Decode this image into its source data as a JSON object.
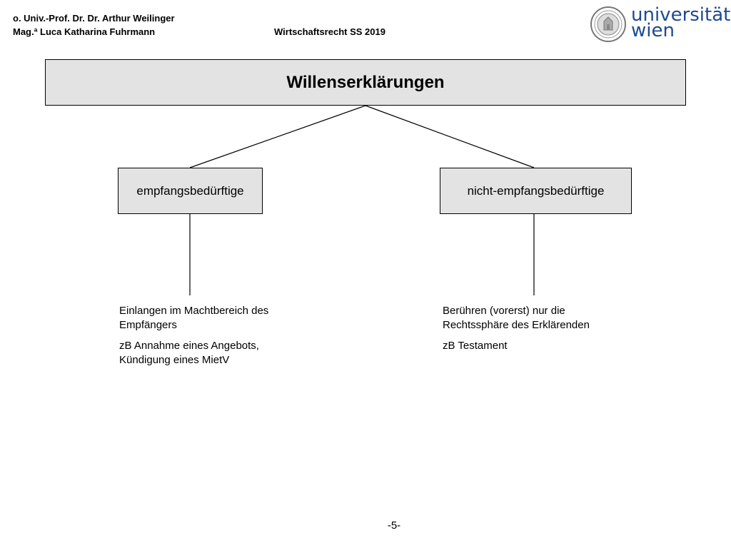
{
  "header": {
    "author_line1": "o. Univ.-Prof. Dr. Dr. Arthur Weilinger",
    "author_line2": "Mag.ª Luca Katharina Fuhrmann",
    "course": "Wirtschaftsrecht SS 2019"
  },
  "logo": {
    "line1": "universität",
    "line2": "wien",
    "color": "#1d4a8f",
    "seal_icon": "university-seal-icon"
  },
  "diagram": {
    "root": "Willenserklärungen",
    "left": {
      "label": "empfangsbedürftige",
      "desc1": "Einlangen im Machtbereich des Empfängers",
      "desc2": "zB Annahme eines Angebots, Kündigung eines MietV"
    },
    "right": {
      "label": "nicht-empfangsbedürftige",
      "desc1": "Berühren (vorerst) nur die Rechtssphäre des Erklärenden",
      "desc2": "zB Testament"
    }
  },
  "footer": {
    "page": "-5-"
  }
}
